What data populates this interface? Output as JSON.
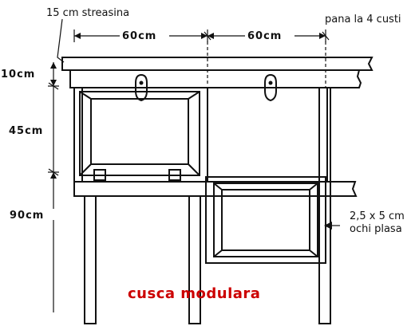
{
  "labels": {
    "eave": "15 cm streasina",
    "bench": "pana la 4 custi",
    "width_left": "60cm",
    "width_right": "60cm",
    "h_roof": "10cm",
    "h_cage": "45cm",
    "h_legs": "90cm",
    "mesh_line1": "2,5 x 5 cm",
    "mesh_line2": "ochi plasa"
  },
  "title": "cusca modulara",
  "colors": {
    "title": "#cc0000",
    "ink": "#111111"
  }
}
